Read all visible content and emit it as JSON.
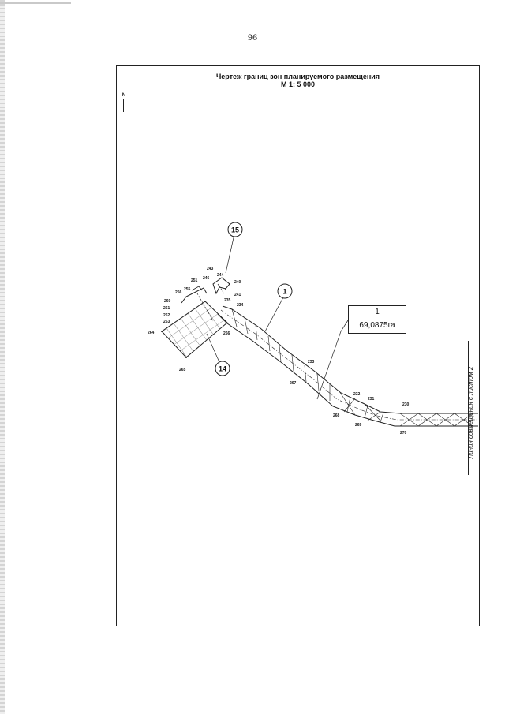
{
  "page_number": "96",
  "drawing": {
    "title": "Чертеж границ зон планируемого  размещения",
    "scale": "М 1: 5 000",
    "north_label": "N",
    "side_label": "Линия совмещения с листом 2",
    "zone_box": {
      "number": "1",
      "area": "69,0875га"
    },
    "circled_labels": [
      {
        "id": "c15",
        "text": "15"
      },
      {
        "id": "c1",
        "text": "1"
      },
      {
        "id": "c14",
        "text": "14"
      }
    ],
    "point_labels": [
      "243",
      "244",
      "240",
      "251",
      "246",
      "241",
      "255",
      "256",
      "235",
      "234",
      "260",
      "261",
      "262",
      "263",
      "264",
      "265",
      "266",
      "233",
      "267",
      "232",
      "231",
      "230",
      "268",
      "269",
      "270"
    ]
  }
}
